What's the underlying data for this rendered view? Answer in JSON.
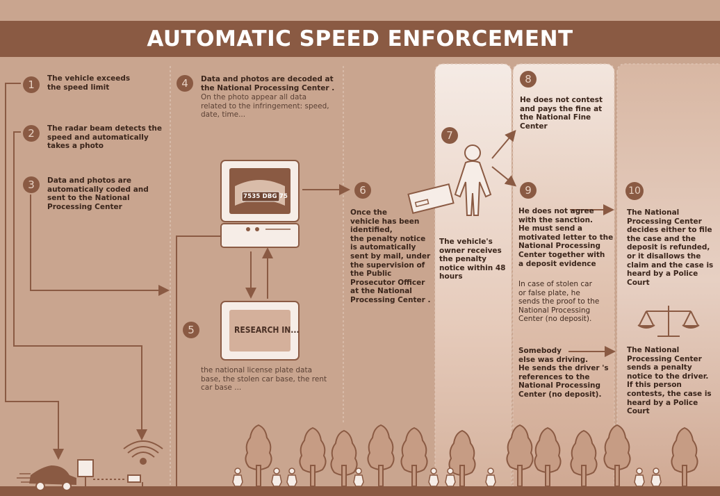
{
  "title": "AUTOMATIC SPEED ENFORCEMENT",
  "colors": {
    "background": "#c9a58f",
    "band": "#8a5a43",
    "badge": "#8a5a43",
    "text": "#3f2a20",
    "panel_light": "#f1e4dc"
  },
  "steps": [
    {
      "num": "1",
      "text": [
        "The vehicle exceeds",
        "the speed limit"
      ]
    },
    {
      "num": "2",
      "text": [
        "The radar beam detects the",
        "speed and automatically",
        "takes a photo"
      ]
    },
    {
      "num": "3",
      "text": [
        "Data and photos are",
        "automatically coded and",
        "sent to the National",
        "Processing   Center"
      ]
    },
    {
      "num": "4",
      "text": [
        "Data and photos are decoded at",
        "the National Processing   Center .",
        "On the photo appear all data",
        "related to the infringement: speed,",
        "date, time..."
      ]
    },
    {
      "num": "5",
      "text": [
        "the national license plate data",
        "base, the stolen car base, the rent",
        "car base ..."
      ]
    },
    {
      "num": "6",
      "text": [
        "Once the",
        "vehicle has been",
        "identified,",
        "the penalty notice",
        "is automatically",
        "sent by mail, under",
        "the supervision of",
        "the Public",
        "Prosecutor Officer",
        "at the National",
        "Processing  Center ."
      ]
    },
    {
      "num": "7",
      "text": [
        "The vehicle's",
        "owner receives",
        "the penalty",
        "notice within 48",
        "hours"
      ]
    },
    {
      "num": "8",
      "text": [
        "He does not contest",
        "and pays the fine at",
        "the National Fine",
        "Center"
      ]
    },
    {
      "num": "9",
      "text": [
        "He does not agree",
        "with the sanction.",
        "He must send a",
        "motivated letter to the",
        "National Processing",
        "Center   together with",
        "a deposit evidence"
      ]
    },
    {
      "num": "10",
      "text": [
        "The National",
        "Processing  Center",
        "decides either  to file",
        "the case and the",
        "deposit is refunded,",
        "or it disallows the",
        "claim and the case is",
        "heard by a Police",
        "Court"
      ]
    }
  ],
  "stolen": [
    "In case of stolen car",
    "or false plate, he",
    "sends the proof to the",
    "National Processing",
    "Center (no deposit)."
  ],
  "somebody": [
    "Somebody",
    "else was driving.",
    "He sends the driver  's",
    "references  to the",
    "National Processing",
    "Center  (no deposit)."
  ],
  "court": [
    "The National",
    "Processing  Center",
    "sends a penalty",
    "notice to the driver.",
    "If this person",
    "contests, the case is",
    "heard by a Police",
    "Court"
  ],
  "monitor": {
    "plate": "7535 DBG 75",
    "research": "RESEARCH IN..."
  }
}
